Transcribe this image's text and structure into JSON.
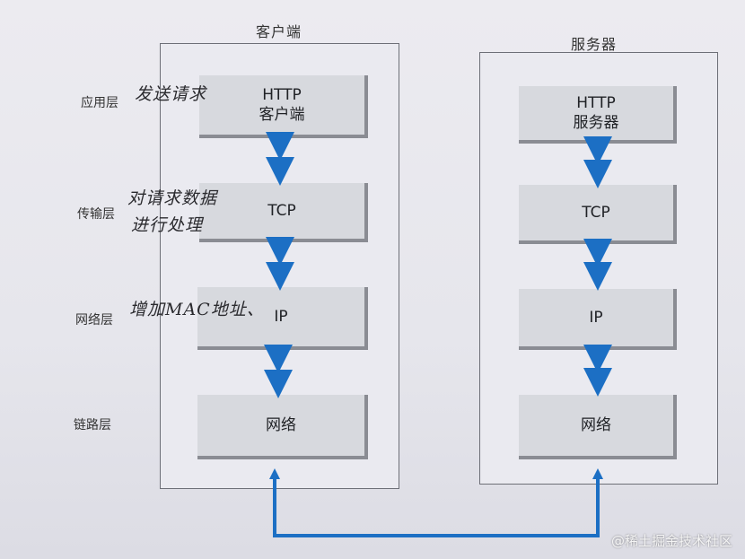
{
  "columns": {
    "client_title": "客户端",
    "server_title": "服务器"
  },
  "layer_labels": [
    "应用层",
    "传输层",
    "网络层",
    "链路层"
  ],
  "client_layers": [
    {
      "line1": "HTTP",
      "line2": "客户端"
    },
    {
      "line1": "TCP",
      "line2": ""
    },
    {
      "line1": "IP",
      "line2": ""
    },
    {
      "line1": "网络",
      "line2": ""
    }
  ],
  "server_layers": [
    {
      "line1": "HTTP",
      "line2": "服务器"
    },
    {
      "line1": "TCP",
      "line2": ""
    },
    {
      "line1": "IP",
      "line2": ""
    },
    {
      "line1": "网络",
      "line2": ""
    }
  ],
  "notes": {
    "application": "发送请求",
    "transport_line1": "对请求数据",
    "transport_line2": "进行处理",
    "network": "增加MAC地址、"
  },
  "colors": {
    "arrow_blue": "#1c6fc4",
    "layer_fill": "#d7d9de",
    "panel_border": "#6d6f77"
  },
  "watermark": "@稀土掘金技术社区"
}
